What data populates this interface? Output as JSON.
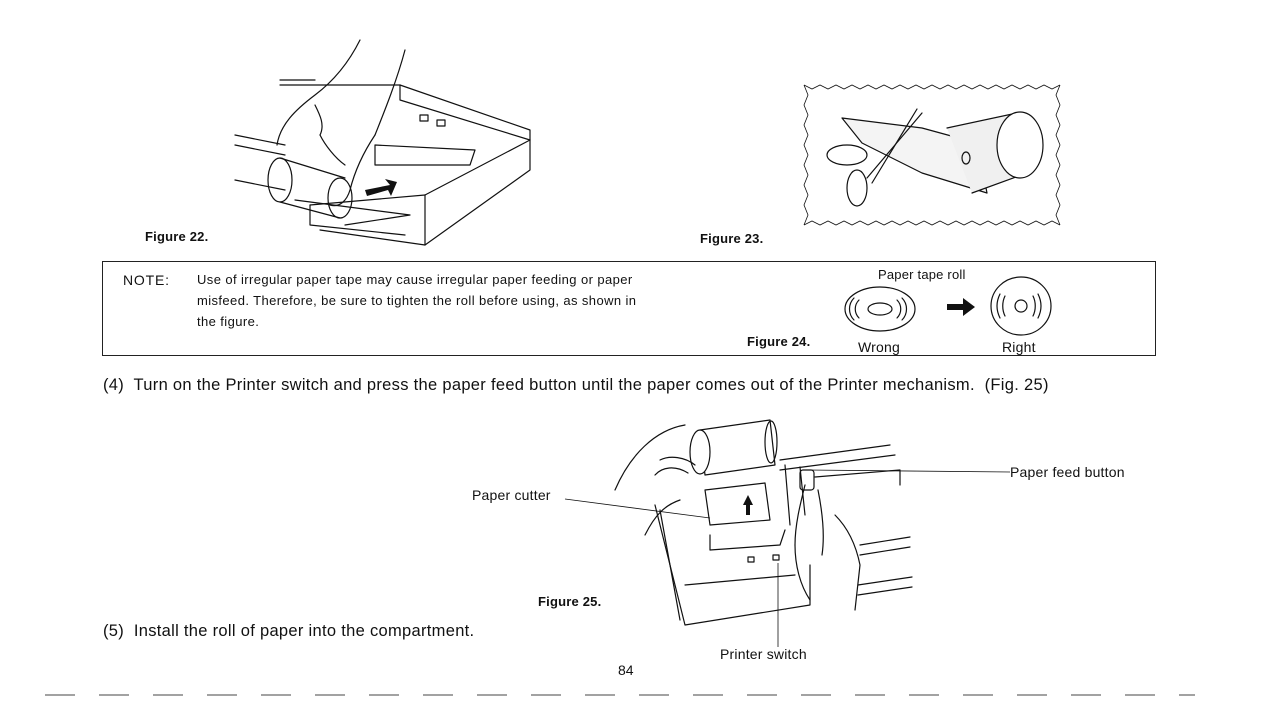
{
  "figures": {
    "fig22": {
      "label": "Figure 22."
    },
    "fig23": {
      "label": "Figure 23."
    },
    "fig24": {
      "label": "Figure 24.",
      "title": "Paper tape roll",
      "wrong_label": "Wrong",
      "right_label": "Right"
    },
    "fig25": {
      "label": "Figure 25.",
      "paper_cutter": "Paper cutter",
      "paper_feed_button": "Paper feed button",
      "printer_switch": "Printer switch"
    }
  },
  "note": {
    "heading": "NOTE:",
    "lines": [
      "Use of irregular paper tape may cause irregular paper feeding or paper",
      "misfeed. Therefore, be sure to tighten the roll before using, as shown in",
      "the figure."
    ]
  },
  "steps": {
    "step4": "(4)  Turn on the Printer switch and press the paper feed button until the paper comes out of the Printer mechanism.  (Fig. 25)",
    "step5": "(5)  Install the roll of paper into the compartment."
  },
  "page_number": "84",
  "icons": [
    "hand-pressing-printer-illustration",
    "scissors-cutting-roll-illustration",
    "loose-roll-icon",
    "arrow-right-icon",
    "tight-roll-icon",
    "printer-feed-illustration"
  ]
}
